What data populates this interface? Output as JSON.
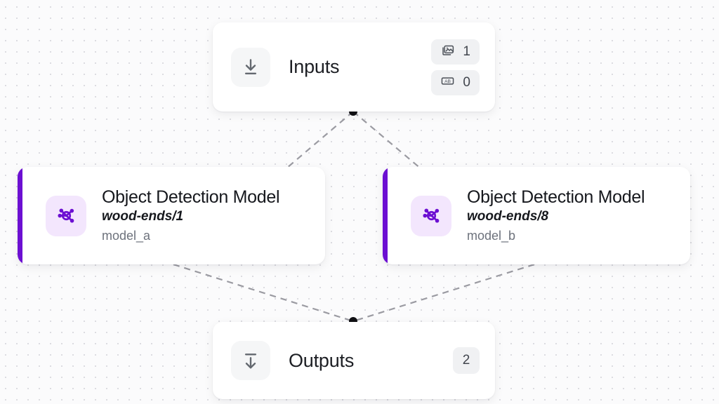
{
  "canvas": {
    "background_color": "#fbfbfc",
    "dot_color": "#dcdce1",
    "edge_color": "#9b9ba2",
    "connector_dot_color": "#111114"
  },
  "nodes": {
    "inputs": {
      "title": "Inputs",
      "icon": "download-icon",
      "badges": [
        {
          "icon": "images-icon",
          "value": "1"
        },
        {
          "icon": "text-ab-icon",
          "value": "0"
        }
      ]
    },
    "model_a": {
      "title": "Object Detection Model",
      "version": "wood-ends/1",
      "alias": "model_a",
      "icon": "model-hub-icon",
      "accent_color": "#6c0fd2"
    },
    "model_b": {
      "title": "Object Detection Model",
      "version": "wood-ends/8",
      "alias": "model_b",
      "icon": "model-hub-icon",
      "accent_color": "#6c0fd2"
    },
    "outputs": {
      "title": "Outputs",
      "icon": "upload-down-icon",
      "badges": [
        {
          "icon": "",
          "value": "2"
        }
      ]
    }
  }
}
